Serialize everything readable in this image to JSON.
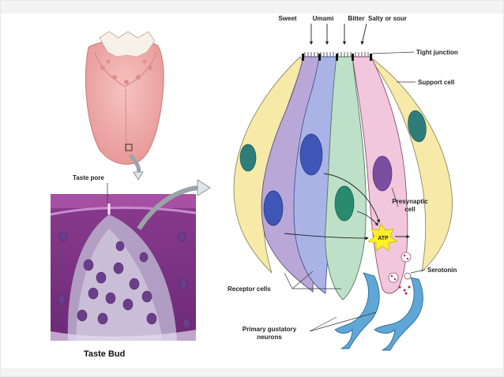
{
  "labels": {
    "taste_pore": "Taste pore",
    "taste_bud": "Taste Bud",
    "sweet": "Sweet",
    "umami": "Umami",
    "bitter": "Bitter",
    "salty_sour": "Salty or sour",
    "tight_junction": "Tight junction",
    "support_cell": "Support cell",
    "presynaptic_line1": "Presynaptic",
    "presynaptic_line2": "cell",
    "atp": "ATP",
    "serotonin": "Serotonin",
    "receptor_cells": "Receptor cells",
    "primary_gustatory_line1": "Primary gustatory",
    "primary_gustatory_line2": "neurons"
  },
  "colors": {
    "support_cell": "#f7eaa8",
    "receptor_purple": "#b9a7d8",
    "receptor_blue": "#a9b3e6",
    "receptor_green": "#bfe0c8",
    "presynaptic": "#f2c6dc",
    "neuron": "#5fa7d6",
    "atp": "#fff02a"
  }
}
